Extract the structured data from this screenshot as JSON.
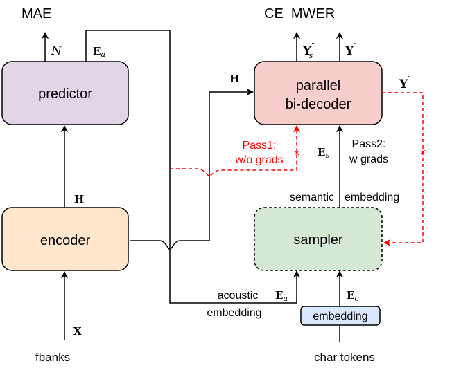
{
  "diagram": {
    "losses": {
      "mae": "MAE",
      "ce_mwer": "CE  MWER"
    },
    "blocks": {
      "predictor": "predictor",
      "decoder_line1": "parallel",
      "decoder_line2": "bi-decoder",
      "encoder": "encoder",
      "sampler": "sampler",
      "embedding": "embedding"
    },
    "inputs": {
      "fbanks": "fbanks",
      "char_tokens": "char tokens"
    },
    "symbols": {
      "n_prime": "N",
      "n_prime_mark": "′",
      "E": "E",
      "a": "a",
      "s": "s",
      "c": "c",
      "H": "H",
      "X": "X",
      "Y": "Y",
      "double_prime": "″",
      "prime": "′"
    },
    "annotations": {
      "pass1_line1": "Pass1:",
      "pass1_line2": "w/o grads",
      "pass2_line1": "Pass2:",
      "pass2_line2": "w grads",
      "semantic": "semantic",
      "embedding_sem": "embedding",
      "acoustic": "acoustic",
      "embedding_ac": "embedding",
      "cut_mark": "×"
    },
    "colors": {
      "predictor_fill": "#e1d5e7",
      "decoder_fill": "#f8cecc",
      "encoder_fill": "#ffe6cc",
      "sampler_fill": "#d5e8d4",
      "embedding_fill": "#dae8fc",
      "gradient_stop": "#ff0000"
    }
  }
}
